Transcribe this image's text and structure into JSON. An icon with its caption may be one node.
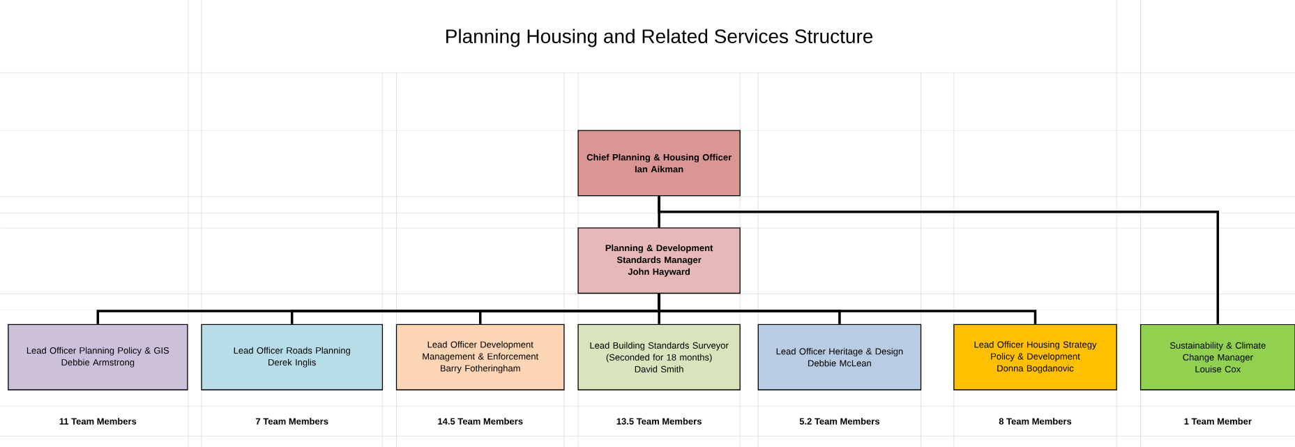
{
  "diagram": {
    "title": "Planning Housing and Related Services Structure",
    "nodes": [
      {
        "text": [
          "Chief Planning & Housing Officer",
          "Ian Aikman"
        ]
      },
      {
        "text": [
          "Planning & Development Standards Manager",
          "John Hayward"
        ]
      },
      {
        "text": [
          "Lead Officer Planning Policy & GIS",
          "Debbie Armstrong"
        ],
        "beside": [
          "11 Team Members"
        ]
      },
      {
        "text": [
          "Lead Officer Roads Planning",
          "Derek Inglis"
        ],
        "beside": [
          "7 Team Members"
        ]
      },
      {
        "text": [
          "Lead Officer Development Management & Enforcement",
          "Barry Fotheringham"
        ],
        "beside": [
          "14.5 Team Members"
        ]
      },
      {
        "text": [
          "Lead Building Standards Surveyor (Seconded for 18 months)",
          "David Smith"
        ],
        "beside": [
          "13.5 Team Members"
        ]
      },
      {
        "text": [
          "Lead Officer Heritage & Design",
          "Debbie McLean"
        ],
        "beside": [
          "5.2 Team Members"
        ]
      },
      {
        "text": [
          "Lead Officer Housing Strategy Policy & Development",
          "Donna Bogdanovic"
        ],
        "beside": [
          "8 Team Members"
        ]
      },
      {
        "text": [
          "Sustainability & Climate Change Manager",
          "Louise Cox"
        ],
        "beside": [
          "1 Team Member"
        ]
      }
    ],
    "edges": [
      {
        "from": 0,
        "to": 1,
        "arrow": "none"
      },
      {
        "from": 0,
        "to": 8,
        "arrow": "none"
      },
      {
        "from": 1,
        "to": 2,
        "arrow": "none"
      },
      {
        "from": 1,
        "to": 3,
        "arrow": "none"
      },
      {
        "from": 1,
        "to": 4,
        "arrow": "none"
      },
      {
        "from": 1,
        "to": 5,
        "arrow": "none"
      },
      {
        "from": 1,
        "to": 6,
        "arrow": "none"
      },
      {
        "from": 1,
        "to": 7,
        "arrow": "none"
      }
    ]
  }
}
